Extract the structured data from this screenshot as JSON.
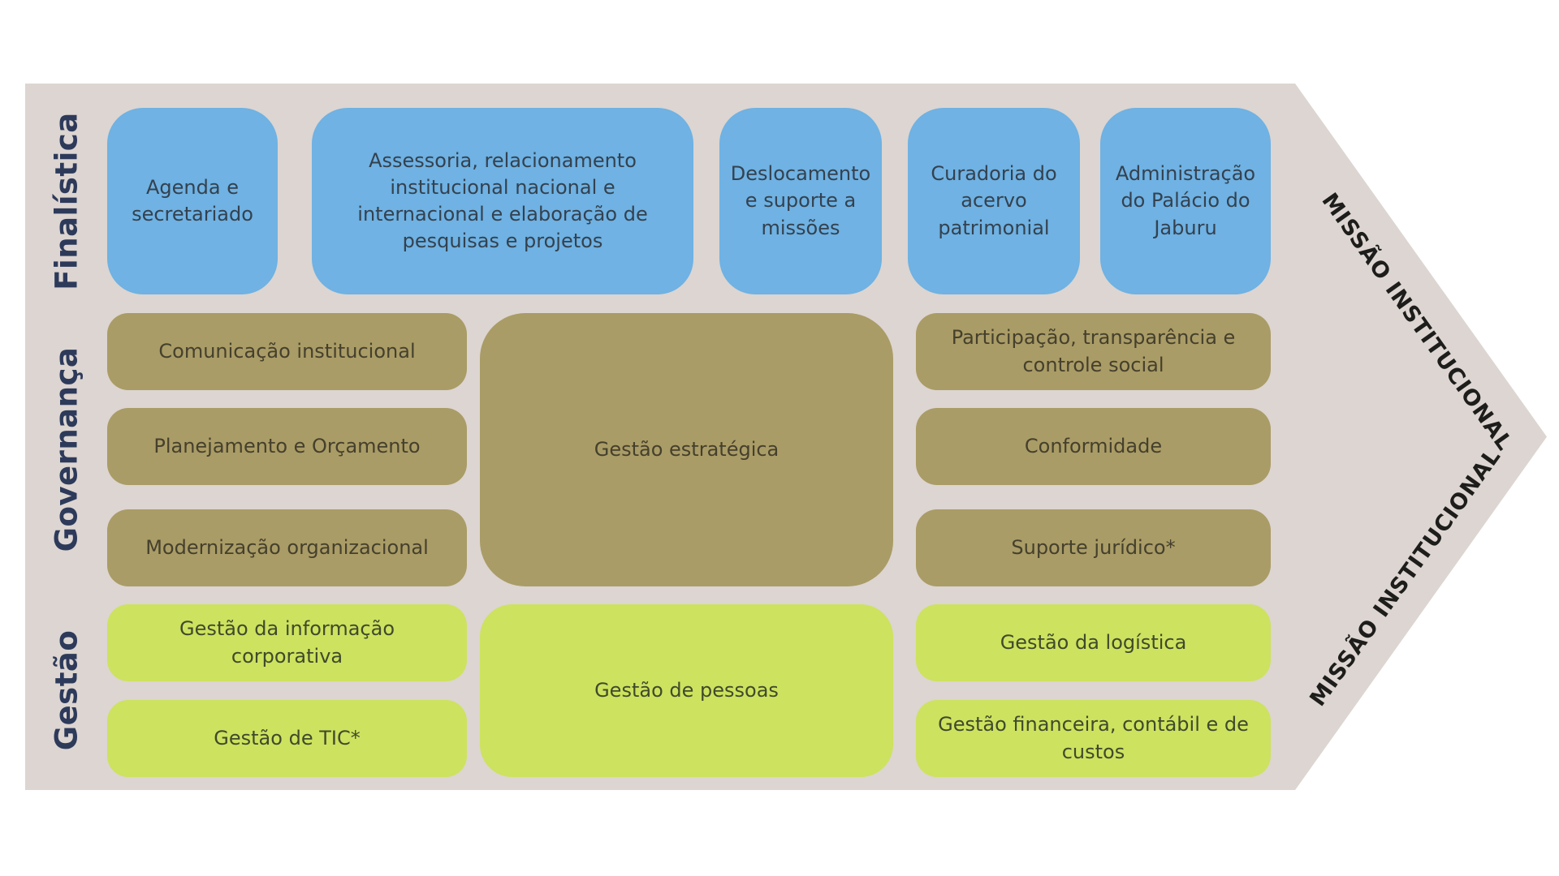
{
  "colors": {
    "gray": "#dcd5d1",
    "blue": "#6fb2e3",
    "olive": "#aa9c66",
    "green": "#cde25f",
    "navy": "#2d3a5a",
    "ink": "#1d1d1b",
    "text_blue": "#34414f",
    "text_olive": "#45402d",
    "text_green": "#3f4a2b"
  },
  "arrow": {
    "label_top": "MISSÃO INSTITUCIONAL",
    "label_bottom": "MISSÃO INSTITUCIONAL"
  },
  "rows": {
    "finalistica": {
      "label": "Finalística",
      "boxes": [
        {
          "label": "Agenda e secretariado"
        },
        {
          "label": "Assessoria, relacionamento institucional nacional e internacional e elaboração de pesquisas e projetos"
        },
        {
          "label": "Deslocamento e suporte a missões"
        },
        {
          "label": "Curadoria do acervo patrimonial"
        },
        {
          "label": "Administração do Palácio do Jaburu"
        }
      ]
    },
    "governanca": {
      "label": "Governança",
      "left": [
        "Comunicação institucional",
        "Planejamento e Orçamento",
        "Modernização organizacional"
      ],
      "center": "Gestão estratégica",
      "right": [
        "Participação, transparência e controle social",
        "Conformidade",
        "Suporte jurídico*"
      ]
    },
    "gestao": {
      "label": "Gestão",
      "left": [
        "Gestão da informação corporativa",
        "Gestão de TIC*"
      ],
      "center": "Gestão de pessoas",
      "right": [
        "Gestão da logística",
        "Gestão financeira, contábil e de custos"
      ]
    }
  }
}
